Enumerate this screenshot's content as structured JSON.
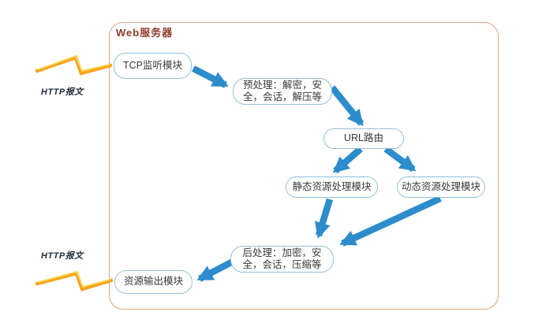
{
  "diagram": {
    "type": "flowchart",
    "title": "Web服务器",
    "nodes": [
      {
        "id": "tcp-listener",
        "label": "TCP监听模块"
      },
      {
        "id": "preprocess",
        "label": "预处理：解密，安全，会话，解压等"
      },
      {
        "id": "url-router",
        "label": "URL路由"
      },
      {
        "id": "static-handler",
        "label": "静态资源处理模块"
      },
      {
        "id": "dynamic-handler",
        "label": "动态资源处理模块"
      },
      {
        "id": "postprocess",
        "label": "后处理：加密，安全，会话，压缩等"
      },
      {
        "id": "resource-output",
        "label": "资源输出模块"
      }
    ],
    "edges": [
      {
        "from": "tcp-listener",
        "to": "preprocess"
      },
      {
        "from": "preprocess",
        "to": "url-router"
      },
      {
        "from": "url-router",
        "to": "static-handler"
      },
      {
        "from": "url-router",
        "to": "dynamic-handler"
      },
      {
        "from": "static-handler",
        "to": "postprocess"
      },
      {
        "from": "dynamic-handler",
        "to": "postprocess"
      },
      {
        "from": "postprocess",
        "to": "resource-output"
      }
    ],
    "external": {
      "incoming_label": "HTTP报文",
      "outgoing_label": "HTTP报文"
    },
    "colors": {
      "arrow": "#2D8CCB",
      "node_border": "#93BFD8",
      "frame_border": "#E5A186",
      "title_text": "#8E3B2B",
      "node_text": "#3A3A3A",
      "bolt_orange": "#F6A41F",
      "bolt_yellow": "#FFD95A"
    }
  }
}
